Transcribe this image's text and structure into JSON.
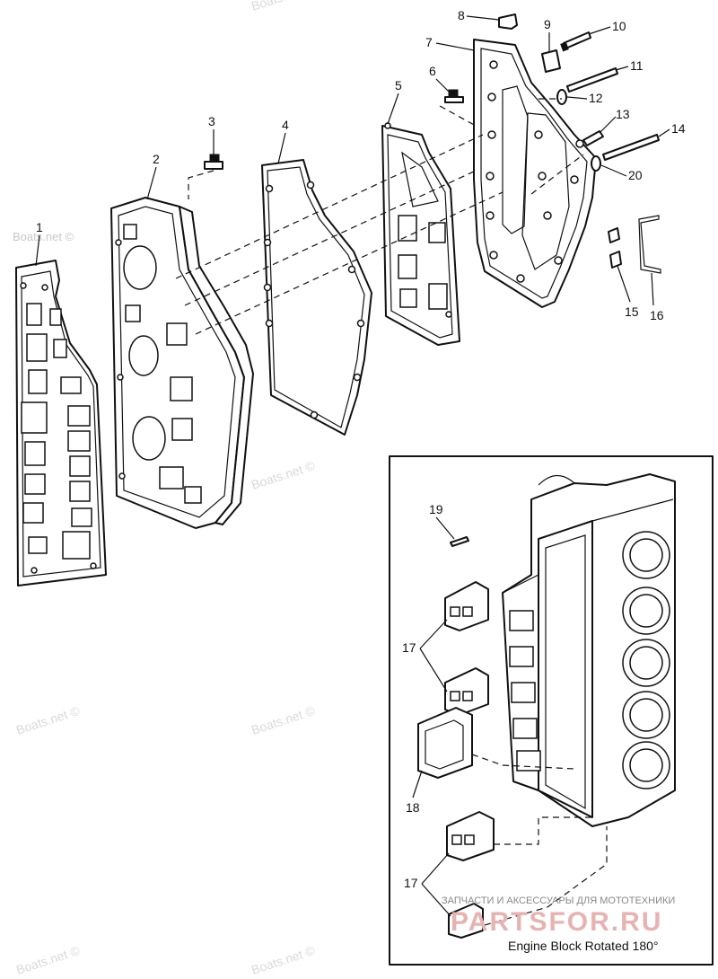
{
  "callouts": {
    "c1": "1",
    "c2": "2",
    "c3": "3",
    "c4": "4",
    "c5": "5",
    "c6": "6",
    "c7": "7",
    "c8": "8",
    "c9": "9",
    "c10": "10",
    "c11": "11",
    "c12": "12",
    "c13": "13",
    "c14": "14",
    "c15": "15",
    "c16": "16",
    "c17a": "17",
    "c17b": "17",
    "c18": "18",
    "c19": "19",
    "c20": "20"
  },
  "inset": {
    "caption": "Engine Block Rotated 180°"
  },
  "watermarks": {
    "main": "Boats.net ©",
    "shop_line": "ЗАПЧАСТИ И АКСЕССУАРЫ ДЛЯ МОТОТЕХНИКИ",
    "shop_logo": "PARTSFOR.RU"
  }
}
